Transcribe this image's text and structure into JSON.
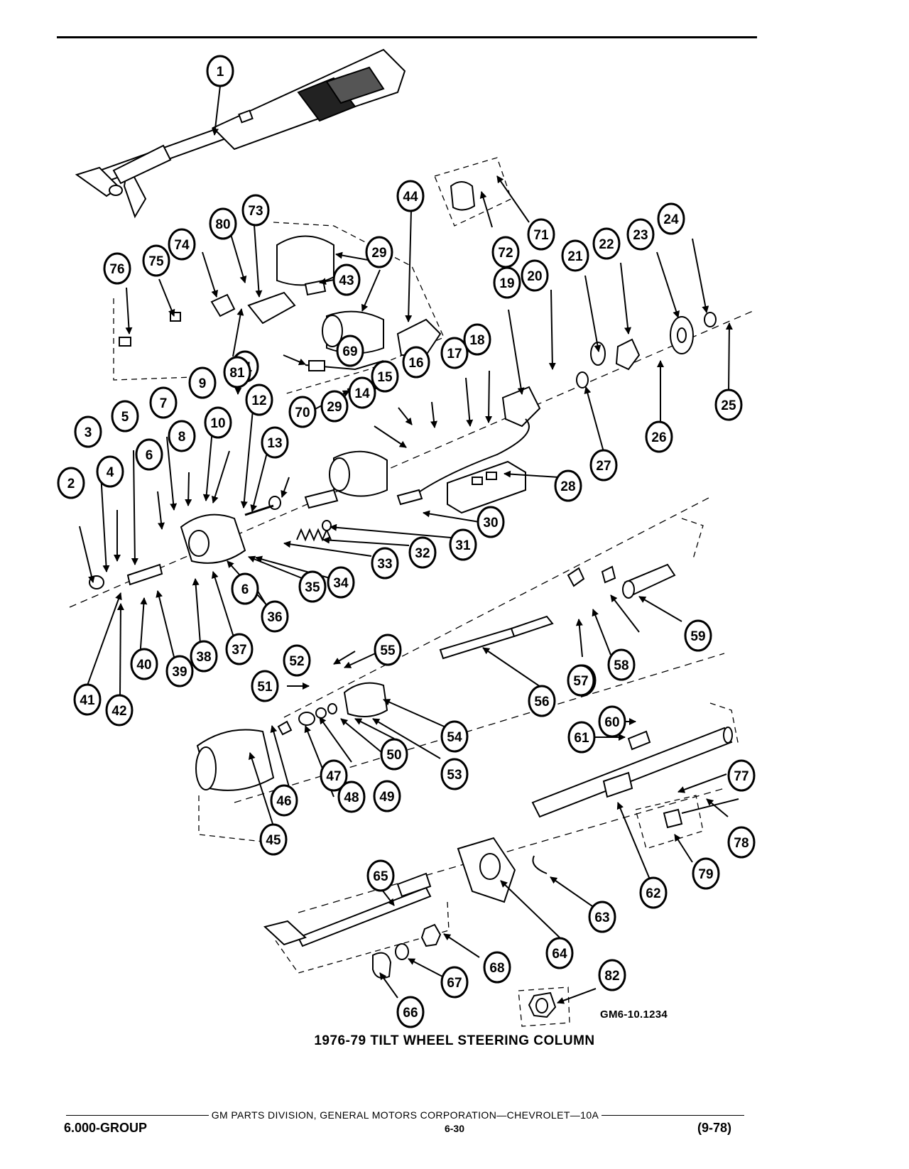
{
  "figure": {
    "code": "GM6-10.1234",
    "caption": "1976-79 TILT WHEEL STEERING COLUMN"
  },
  "callouts": [
    "1",
    "2",
    "3",
    "4",
    "5",
    "6",
    "6",
    "7",
    "8",
    "9",
    "10",
    "11",
    "12",
    "13",
    "14",
    "15",
    "16",
    "17",
    "18",
    "19",
    "20",
    "21",
    "22",
    "23",
    "24",
    "25",
    "26",
    "27",
    "28",
    "29",
    "29",
    "30",
    "31",
    "32",
    "33",
    "34",
    "35",
    "36",
    "37",
    "38",
    "39",
    "40",
    "41",
    "42",
    "43",
    "44",
    "45",
    "46",
    "47",
    "48",
    "49",
    "50",
    "51",
    "52",
    "53",
    "54",
    "55",
    "56",
    "57",
    "57",
    "58",
    "59",
    "60",
    "61",
    "62",
    "63",
    "64",
    "65",
    "66",
    "67",
    "68",
    "69",
    "70",
    "71",
    "72",
    "73",
    "74",
    "75",
    "76",
    "77",
    "78",
    "79",
    "80",
    "81",
    "82"
  ],
  "footer": {
    "division": "GM PARTS DIVISION, GENERAL MOTORS CORPORATION—CHEVROLET—10A",
    "group": "6.000-GROUP",
    "page": "6-30",
    "date": "(9-78)"
  }
}
